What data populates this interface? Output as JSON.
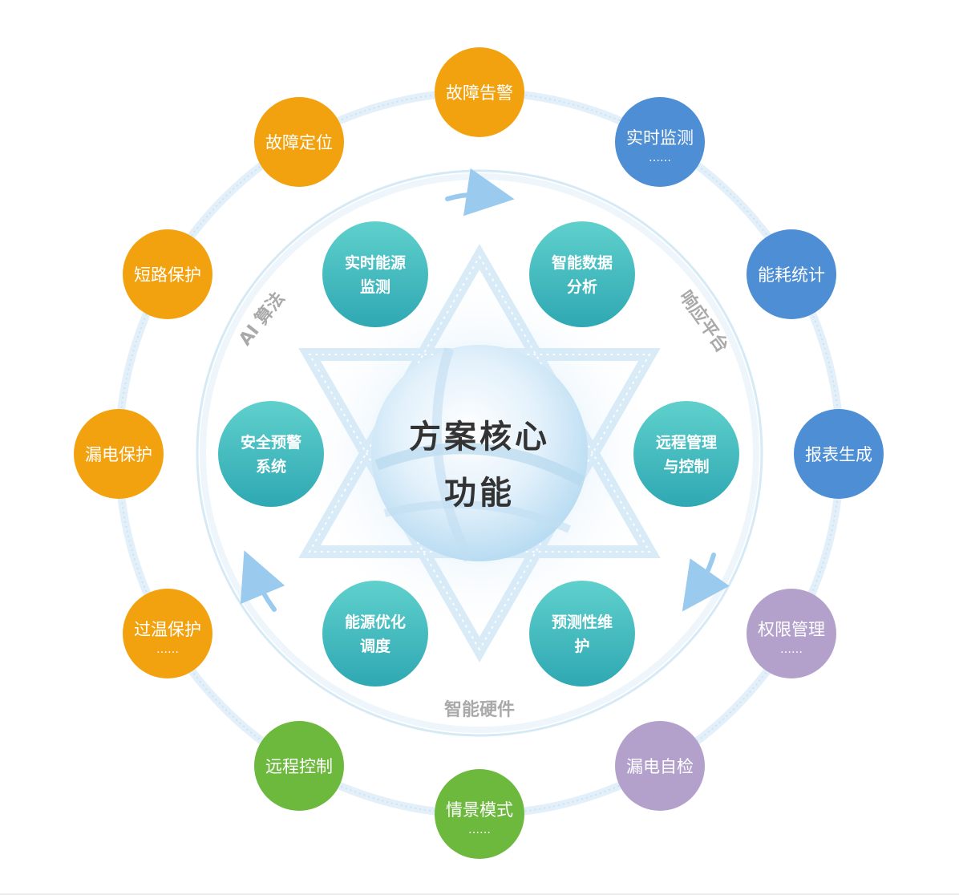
{
  "center": {
    "line1": "方案核心",
    "line2": "功能"
  },
  "arc_labels": {
    "left": "AI 算法",
    "right": "响应平台",
    "bottom": "智能硬件"
  },
  "inner_nodes": [
    {
      "line1": "实时能源",
      "line2": "监测"
    },
    {
      "line1": "智能数据",
      "line2": "分析"
    },
    {
      "line1": "远程管理",
      "line2": "与控制"
    },
    {
      "line1": "预测性维",
      "line2": "护"
    },
    {
      "line1": "能源优化",
      "line2": "调度"
    },
    {
      "line1": "安全预警",
      "line2": "系统"
    }
  ],
  "outer_nodes": [
    {
      "label": "故障告警",
      "more": "",
      "group": "orange"
    },
    {
      "label": "实时监测",
      "more": "……",
      "group": "blue"
    },
    {
      "label": "能耗统计",
      "more": "",
      "group": "blue"
    },
    {
      "label": "报表生成",
      "more": "",
      "group": "blue"
    },
    {
      "label": "权限管理",
      "more": "……",
      "group": "purple"
    },
    {
      "label": "漏电自检",
      "more": "",
      "group": "purple"
    },
    {
      "label": "情景模式",
      "more": "……",
      "group": "green"
    },
    {
      "label": "远程控制",
      "more": "",
      "group": "green"
    },
    {
      "label": "过温保护",
      "more": "……",
      "group": "orange"
    },
    {
      "label": "漏电保护",
      "more": "",
      "group": "orange"
    },
    {
      "label": "短路保护",
      "more": "",
      "group": "orange"
    },
    {
      "label": "故障定位",
      "more": "",
      "group": "orange"
    }
  ],
  "colors": {
    "orange": "#F2A20F",
    "blue": "#4E8ED4",
    "purple": "#B3A1CC",
    "green": "#6DB93E",
    "teal": "#3FBFBF",
    "ring": "#D6EAF6",
    "arrow": "#9ACBEE",
    "arc_label": "#A9A9A9",
    "center_text": "#333333"
  }
}
